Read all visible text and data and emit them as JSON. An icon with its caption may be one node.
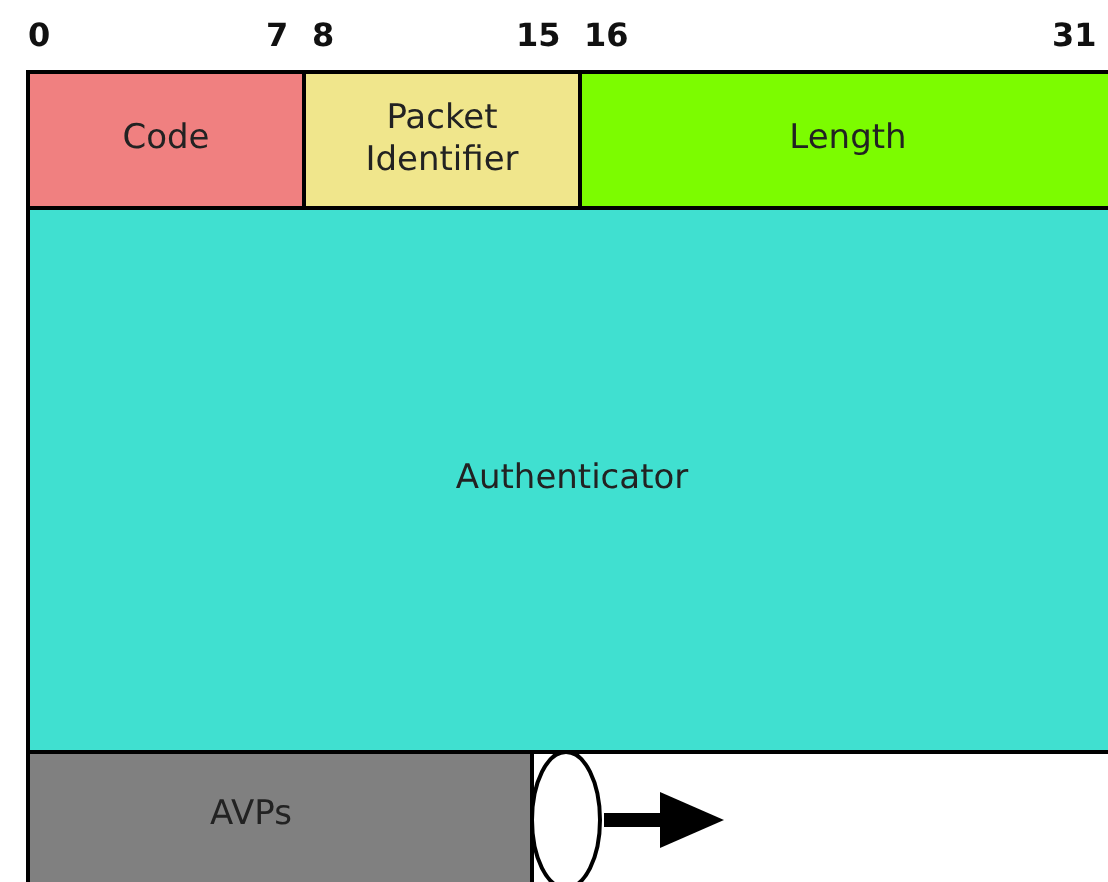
{
  "diagram": {
    "nodes": [
      {
        "text": [
          "Code"
        ]
      },
      {
        "text": [
          "Packet Identifier"
        ]
      },
      {
        "text": [
          "Length"
        ]
      },
      {
        "text": [
          "Authenticator"
        ]
      },
      {
        "text": [
          "AVPs"
        ]
      }
    ],
    "labels": [
      "0",
      "7",
      "8",
      "15",
      "16",
      "31"
    ]
  }
}
